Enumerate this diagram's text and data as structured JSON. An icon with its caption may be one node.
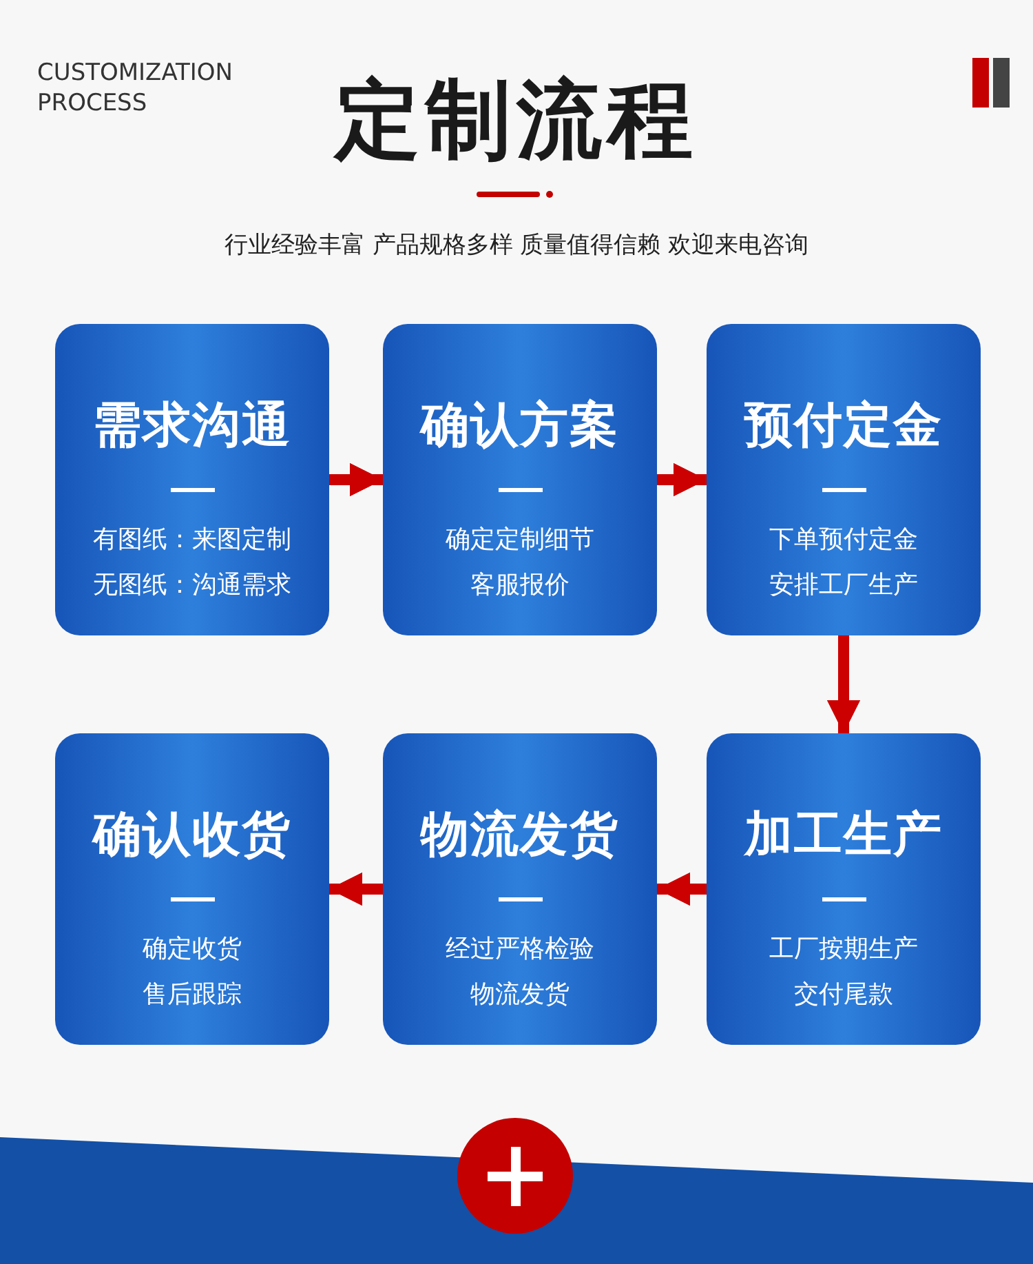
{
  "diagram": {
    "title": "定制流程",
    "nodes": [
      {
        "text": [
          "需求沟通",
          "有图纸：来图定制",
          "无图纸：沟通需求"
        ]
      },
      {
        "text": [
          "确认方案",
          "确定定制细节",
          "客服报价"
        ]
      },
      {
        "text": [
          "预付定金",
          "下单预付定金",
          "安排工厂生产"
        ]
      },
      {
        "text": [
          "确认收货",
          "确定收货",
          "售后跟踪"
        ]
      },
      {
        "text": [
          "物流发货",
          "经过严格检验",
          "物流发货"
        ]
      },
      {
        "text": [
          "加工生产",
          "工厂按期生产",
          "交付尾款"
        ]
      }
    ],
    "edges": [
      {
        "from": 0,
        "to": 1,
        "arrow": "to"
      },
      {
        "from": 1,
        "to": 2,
        "arrow": "to"
      },
      {
        "from": 2,
        "to": 5,
        "arrow": "to"
      },
      {
        "from": 5,
        "to": 4,
        "arrow": "to"
      },
      {
        "from": 4,
        "to": 3,
        "arrow": "to"
      }
    ],
    "labels": [
      "CUSTOMIZATION PROCESS",
      "行业经验丰富 产品规格多样 质量值得信赖 欢迎来电咨询"
    ]
  }
}
